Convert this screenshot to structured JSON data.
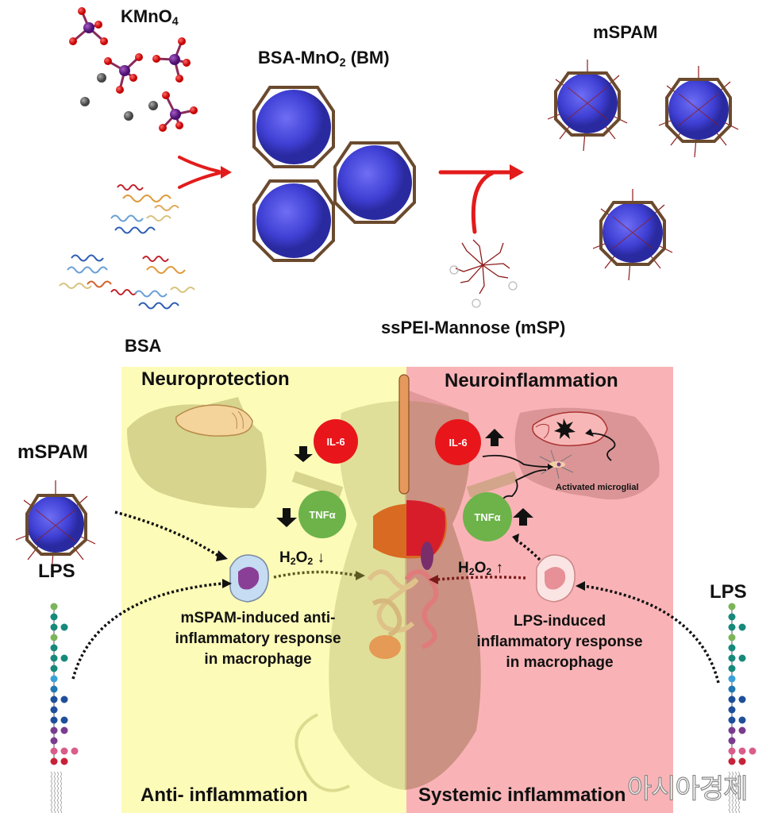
{
  "synthesis": {
    "reagent_label": "KMnO",
    "reagent_subscript": "4",
    "protein_label": "BSA",
    "intermediate_label_pre": "BSA-MnO",
    "intermediate_label_sub": "2",
    "intermediate_label_post": " (BM)",
    "polymer_label": "ssPEI-Mannose (mSP)",
    "product_label": "mSPAM"
  },
  "mechanism": {
    "left_panel": {
      "top_title": "Neuroprotection",
      "bottom_title": "Anti- inflammation",
      "il6_label": "IL-6",
      "il6_direction": "down",
      "tnf_label": "TNFα",
      "tnf_direction": "down",
      "h2o2_label_pre": "H",
      "h2o2_sub1": "2",
      "h2o2_mid": "O",
      "h2o2_sub2": "2",
      "h2o2_arrow": "↓",
      "response_caption": [
        "mSPAM-induced anti-",
        "inflammatory response",
        "in macrophage"
      ],
      "color": "#fdfbb8"
    },
    "right_panel": {
      "top_title": "Neuroinflammation",
      "bottom_title": "Systemic inflammation",
      "il6_label": "IL-6",
      "il6_direction": "up",
      "tnf_label": "TNFα",
      "tnf_direction": "up",
      "microglia_label": "Activated microglial",
      "h2o2_label_pre": "H",
      "h2o2_sub1": "2",
      "h2o2_mid": "O",
      "h2o2_sub2": "2",
      "h2o2_arrow": "↑",
      "response_caption": [
        "LPS-induced",
        "inflammatory response",
        "in  macrophage"
      ],
      "color": "#f9b3b6"
    },
    "left_side": {
      "nanoparticle_label": "mSPAM",
      "lps_label": "LPS"
    },
    "right_side": {
      "lps_label": "LPS"
    }
  },
  "colors": {
    "il6": "#e8161b",
    "tnf": "#6db34a",
    "arrow_red": "#e31b1b",
    "nanoparticle_core": "#4848d8",
    "shell": "#6b4a2e"
  },
  "watermark": "아시아경제"
}
